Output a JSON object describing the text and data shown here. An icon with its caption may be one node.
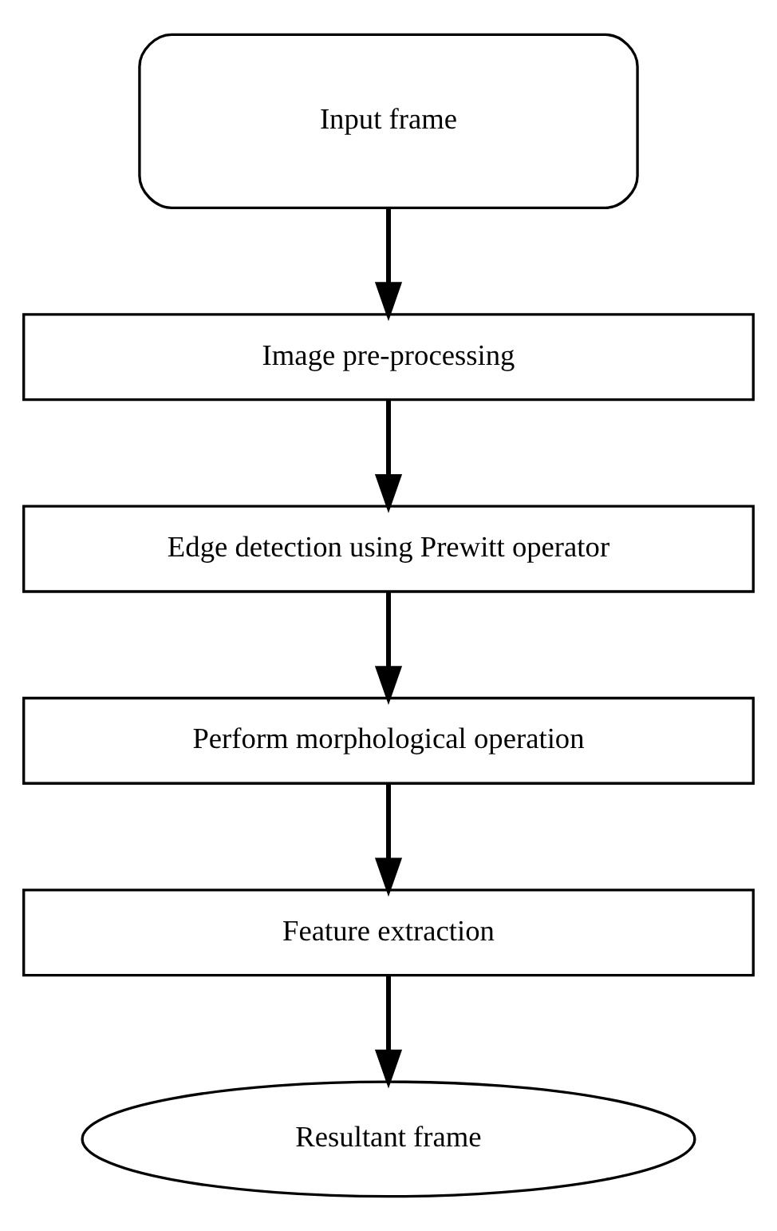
{
  "diagram": {
    "nodes": [
      {
        "text": [
          "Input frame"
        ]
      },
      {
        "text": [
          "Image pre-processing"
        ]
      },
      {
        "text": [
          "Edge detection using Prewitt operator"
        ]
      },
      {
        "text": [
          "Perform morphological operation"
        ]
      },
      {
        "text": [
          "Feature extraction"
        ]
      },
      {
        "text": [
          "Resultant frame"
        ]
      }
    ],
    "edges": [
      {
        "from": 0,
        "to": 1,
        "arrow": "to"
      },
      {
        "from": 1,
        "to": 2,
        "arrow": "to"
      },
      {
        "from": 2,
        "to": 3,
        "arrow": "to"
      },
      {
        "from": 3,
        "to": 4,
        "arrow": "to"
      },
      {
        "from": 4,
        "to": 5,
        "arrow": "to"
      }
    ]
  }
}
